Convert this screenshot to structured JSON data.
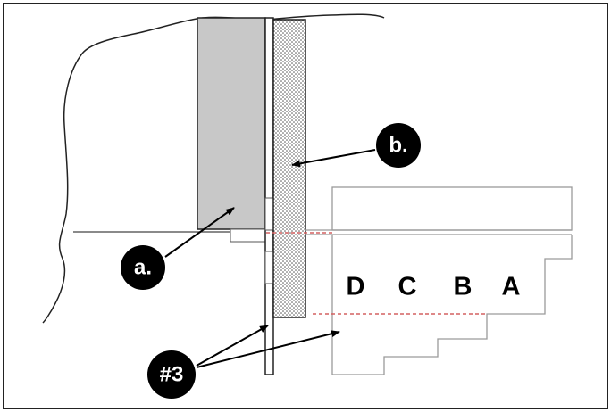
{
  "callouts": {
    "a": "a.",
    "b": "b.",
    "ref": "#3"
  },
  "step_labels": [
    "D",
    "C",
    "B",
    "A"
  ],
  "colors": {
    "outline": "#222222",
    "light_outline": "#9a9a9a",
    "shaded_block": "#c8c8c8",
    "hatch_dot": "#555555",
    "dashed_marker": "#d46060",
    "callout_fill": "#000000",
    "callout_text": "#ffffff"
  }
}
